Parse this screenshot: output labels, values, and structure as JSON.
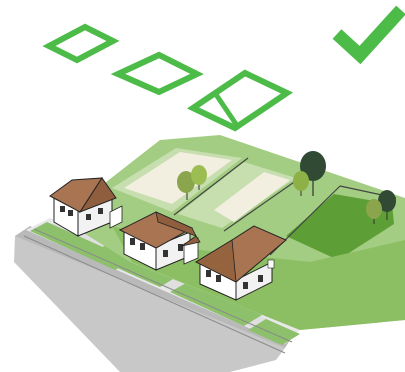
{
  "illustration": {
    "subject": "infill-lots",
    "lot_count": 3,
    "house_count": 3,
    "tree_count": 6,
    "icons": {
      "lot_outlines": [
        "parallelogram-outline-icon",
        "parallelogram-outline-icon",
        "parallelogram-divided-outline-icon"
      ],
      "approval": "checkmark-icon"
    },
    "colors": {
      "accent_green": "#4cbb48",
      "lawn_light": "#9fc97e",
      "lawn_mid": "#7db35a",
      "lawn_dark": "#5c9a3b",
      "yard_dark": "#5a9e34",
      "bare_lot": "#f1eddf",
      "road": "#c7c7c7",
      "sidewalk": "#e6e6e6",
      "roof": "#a87452",
      "house_wall": "#ffffff",
      "tree_dark": "#2f4a33",
      "tree_olive": "#8aa54b"
    }
  }
}
